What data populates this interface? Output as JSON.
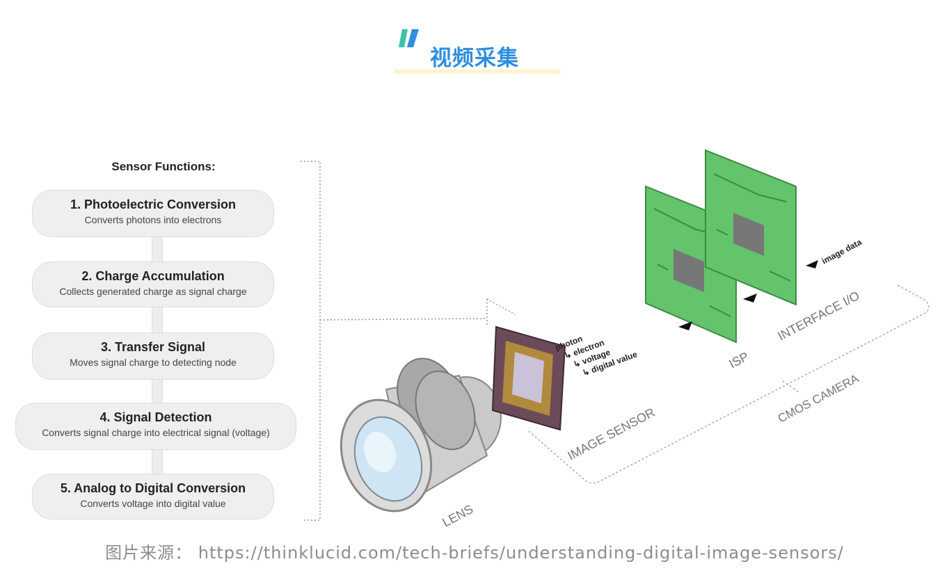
{
  "header": {
    "title": "视频采集"
  },
  "sensor_functions": {
    "title": "Sensor Functions:",
    "steps": [
      {
        "heading": "1. Photoelectric Conversion",
        "desc": "Converts photons into electrons"
      },
      {
        "heading": "2. Charge Accumulation",
        "desc": "Collects generated charge as signal charge"
      },
      {
        "heading": "3. Transfer Signal",
        "desc": "Moves signal charge to detecting node"
      },
      {
        "heading": "4. Signal Detection",
        "desc": "Converts signal charge into electrical signal (voltage)"
      },
      {
        "heading": "5. Analog to Digital Conversion",
        "desc": "Converts voltage into digital value"
      }
    ]
  },
  "diagram": {
    "lens_label": "LENS",
    "image_sensor_label": "IMAGE SENSOR",
    "isp_label": "ISP",
    "interface_label": "INTERFACE I/O",
    "cmos_label": "CMOS CAMERA",
    "image_data_label": "image data",
    "flow": [
      "photon",
      "↳ electron",
      "↳ voltage",
      "↳ digital value"
    ]
  },
  "caption": "图片来源： https://thinklucid.com/tech-briefs/understanding-digital-image-sensors/"
}
